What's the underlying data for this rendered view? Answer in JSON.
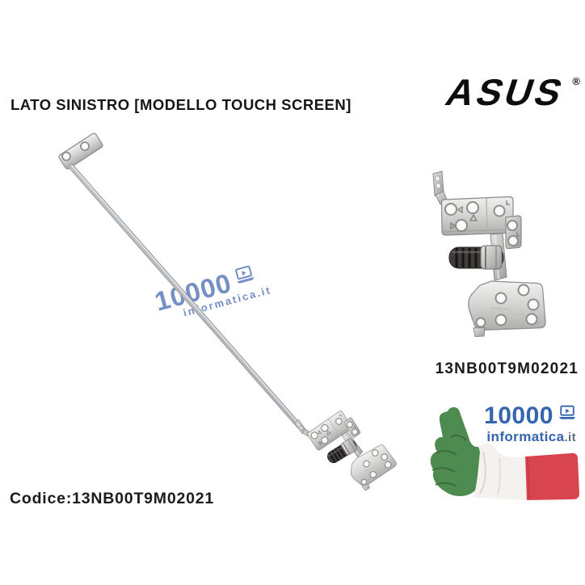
{
  "page_title": "LATO SINISTRO [MODELLO TOUCH SCREEN]",
  "brand": {
    "name": "ASUS",
    "registered_mark": "®"
  },
  "product": {
    "part_code": "13NB00T9M02021",
    "codice_label": "Codice:13NB00T9M02021"
  },
  "watermark": {
    "number": "10000",
    "site": "informatica.it"
  },
  "seller_logo": {
    "number": "10000",
    "site_name": "informatica",
    "site_tld": ".it"
  },
  "colors": {
    "logo_blue": "#3565ae",
    "watermark_blue": "#5b7cbb",
    "flag_green": "#4d8b50",
    "flag_white": "#f4f2ee",
    "flag_red": "#d9454f",
    "text_black": "#1b1b1b",
    "metal_gray": "#cfcfcd",
    "barrel_dark": "#403c3b"
  }
}
